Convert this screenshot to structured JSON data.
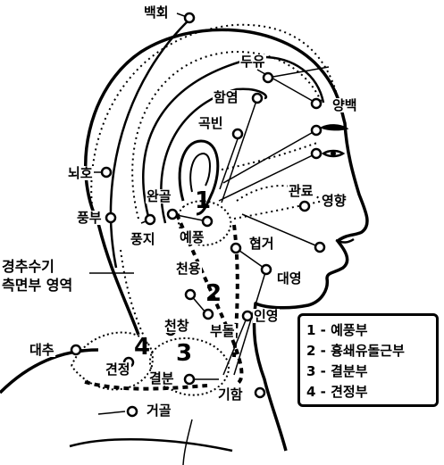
{
  "points": [
    {
      "id": "baekhoe",
      "label": "백회"
    },
    {
      "id": "duyu",
      "label": "두유"
    },
    {
      "id": "hamyeom",
      "label": "함염"
    },
    {
      "id": "yangbaek",
      "label": "양백"
    },
    {
      "id": "gokbin",
      "label": "곡빈"
    },
    {
      "id": "noeho",
      "label": "뇌호"
    },
    {
      "id": "wangol",
      "label": "완골"
    },
    {
      "id": "gwallyo",
      "label": "관료"
    },
    {
      "id": "yeonghyang",
      "label": "영향"
    },
    {
      "id": "pungbu",
      "label": "풍부"
    },
    {
      "id": "pungji",
      "label": "풍지"
    },
    {
      "id": "yepung",
      "label": "예풍"
    },
    {
      "id": "hyeopgeo",
      "label": "협거"
    },
    {
      "id": "daeyeong",
      "label": "대영"
    },
    {
      "id": "cheonyong",
      "label": "천용"
    },
    {
      "id": "inyeong",
      "label": "인영"
    },
    {
      "id": "cheonchang",
      "label": "천창"
    },
    {
      "id": "budol",
      "label": "부돌"
    },
    {
      "id": "daechu",
      "label": "대추"
    },
    {
      "id": "gyeonjeong",
      "label": "견정"
    },
    {
      "id": "gyeolbun",
      "label": "결분"
    },
    {
      "id": "giham",
      "label": "기함"
    },
    {
      "id": "geogol",
      "label": "거골"
    }
  ],
  "region_label": {
    "line1": "경추수기",
    "line2": "측면부 영역"
  },
  "region_numbers": [
    "1",
    "2",
    "3",
    "4"
  ],
  "legend": [
    "1 - 예풍부",
    "2 - 흉쇄유돌근부",
    "3 - 결분부",
    "4 - 견정부"
  ]
}
